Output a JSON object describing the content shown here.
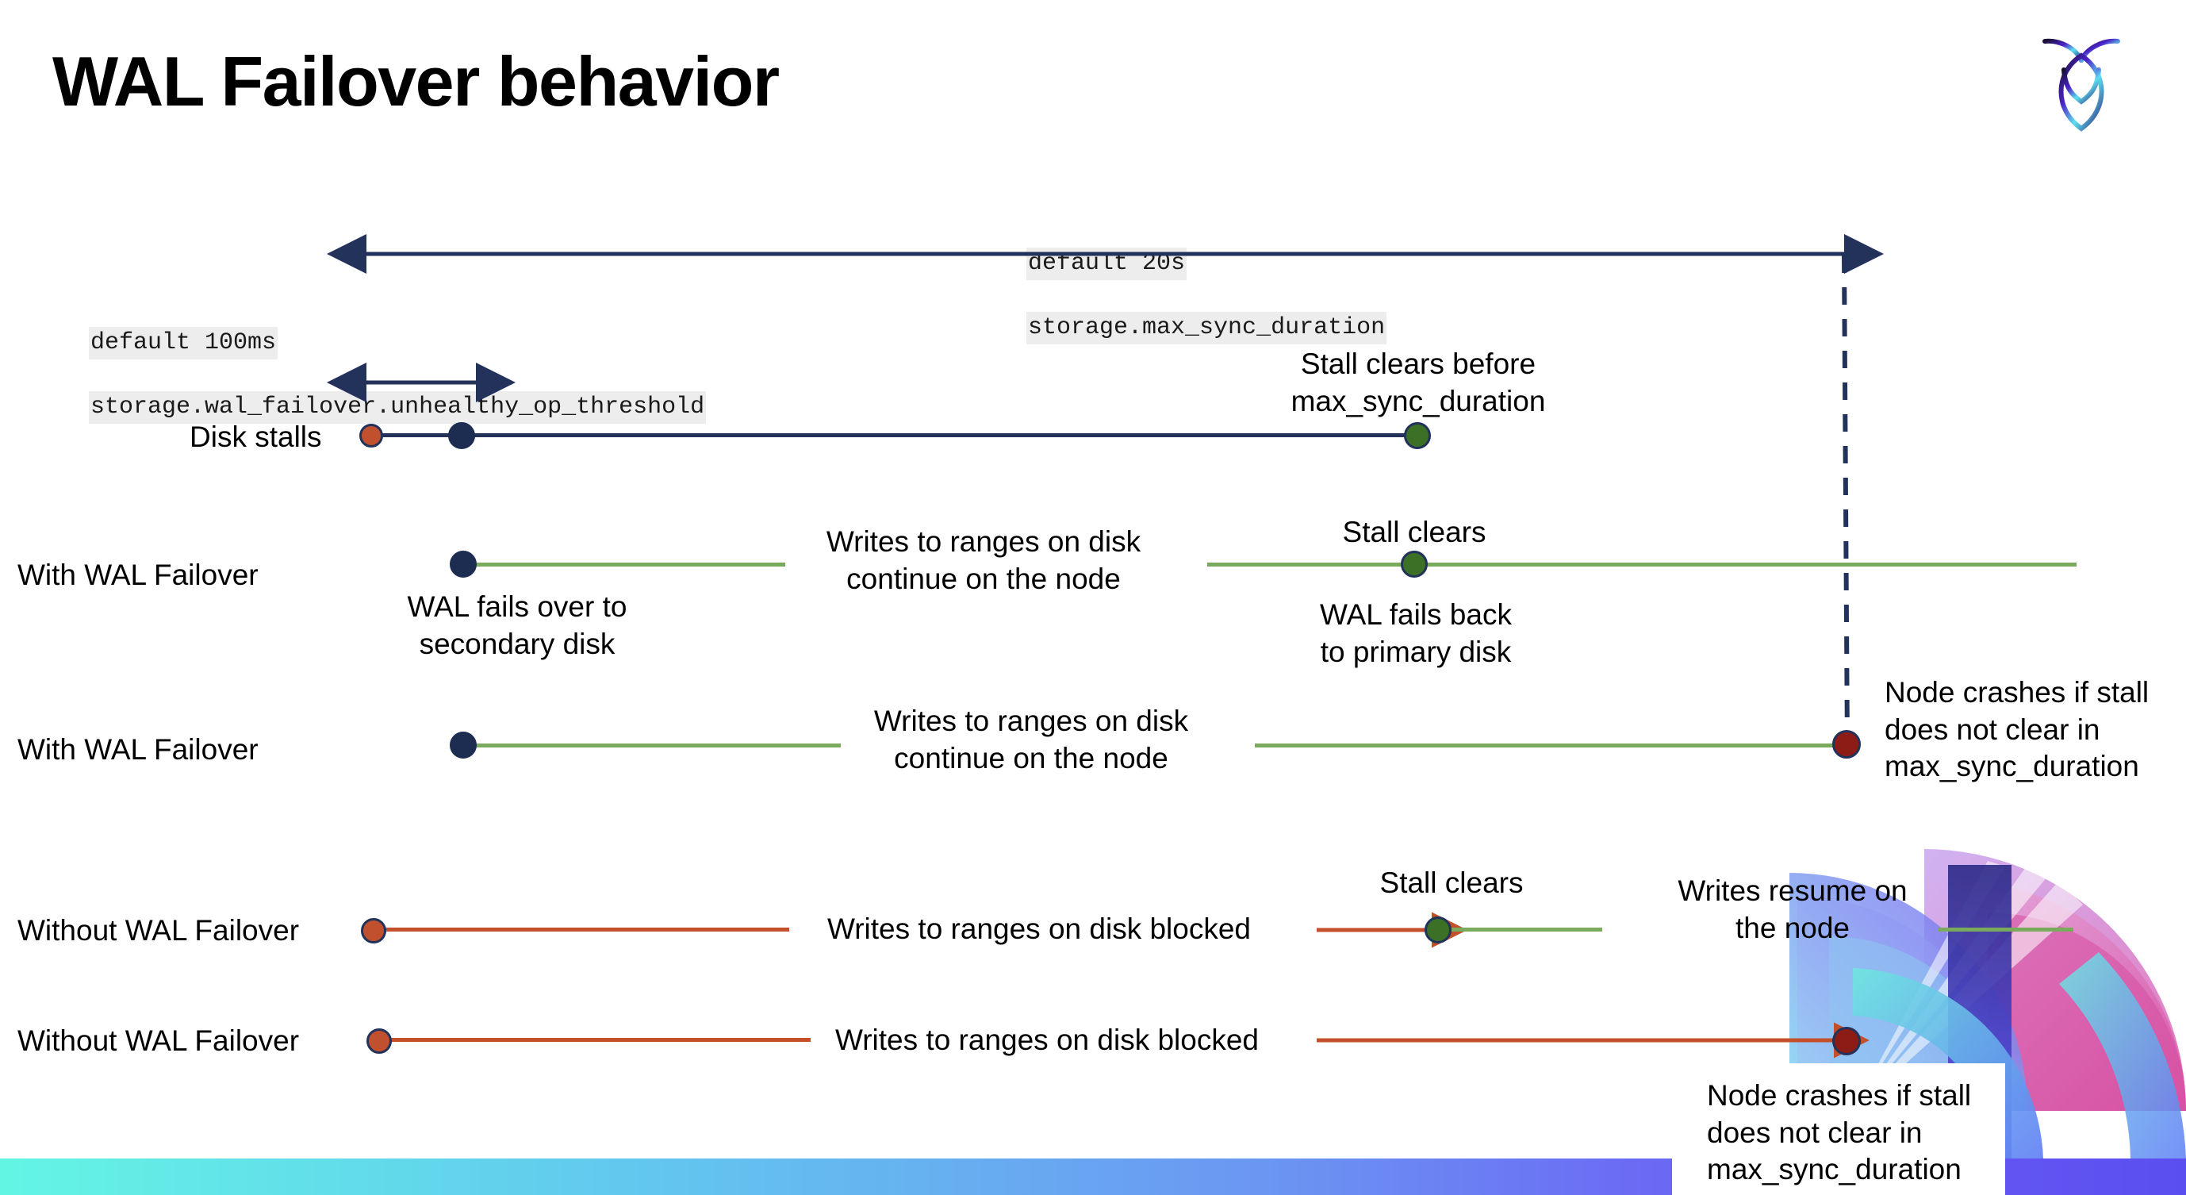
{
  "slide": {
    "title": "WAL Failover behavior",
    "logo_name": "cockroachdb-logo"
  },
  "settings": {
    "max_sync": {
      "default": "default 20s",
      "name": "storage.max_sync_duration"
    },
    "unhealthy_op": {
      "default": "default 100ms",
      "name": "storage.wal_failover.unhealthy_op_threshold"
    }
  },
  "rows": [
    {
      "label": "Disk stalls",
      "notes": [
        "Stall clears before\nmax_sync_duration"
      ]
    },
    {
      "label": "With WAL Failover",
      "notes": [
        "WAL fails over to\nsecondary disk",
        "Writes to ranges on disk\ncontinue on the node",
        "Stall clears",
        "WAL fails  back\nto primary disk"
      ]
    },
    {
      "label": "With WAL Failover",
      "notes": [
        "Writes to ranges on disk\ncontinue on the node",
        "Node crashes if stall\ndoes not clear in\nmax_sync_duration"
      ]
    },
    {
      "label": "Without WAL Failover",
      "notes": [
        "Writes to ranges on disk  blocked",
        "Stall clears",
        "Writes resume on\nthe node"
      ]
    },
    {
      "label": "Without WAL Failover",
      "notes": [
        "Writes to ranges on disk  blocked",
        "Node crashes if stall\ndoes not clear in\nmax_sync_duration"
      ]
    }
  ],
  "colors": {
    "navy": "#22325a",
    "green_line": "#7aab5c",
    "green_dot": "#3c7027",
    "red_line": "#c4502b",
    "red_dot": "#c1512e",
    "dark_red_dot": "#8e1c16",
    "chip_bg": "#ededed"
  }
}
